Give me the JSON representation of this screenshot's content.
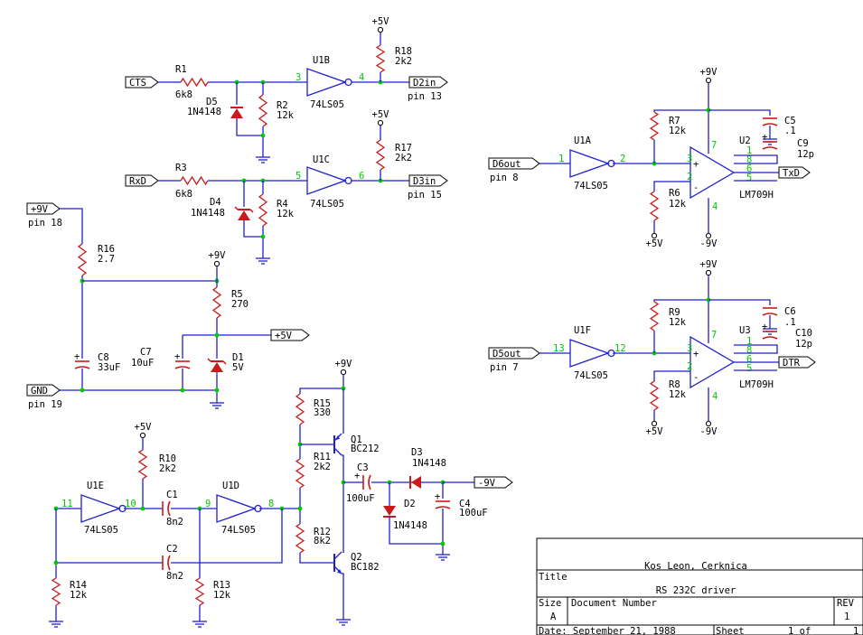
{
  "colors": {
    "wire": "#1f1fd0",
    "part": "#cc1a1a",
    "pin": "#00cc00",
    "text": "#000000",
    "border": "#000000"
  },
  "icons": [
    "resistor-icon",
    "diode-icon",
    "zener-icon",
    "inverter-icon",
    "opamp-icon",
    "capacitor-icon",
    "transistor-icon",
    "ground-icon",
    "power-terminal-icon",
    "port-flag-icon"
  ],
  "ports": [
    {
      "id": "cts",
      "label": "CTS"
    },
    {
      "id": "rxd",
      "label": "RxD"
    },
    {
      "id": "p9v",
      "label": "+9V"
    },
    {
      "id": "gnd",
      "label": "GND"
    },
    {
      "id": "d2in",
      "label": "D2in"
    },
    {
      "id": "d3in",
      "label": "D3in"
    },
    {
      "id": "d6out",
      "label": "D6out"
    },
    {
      "id": "d5out",
      "label": "D5out"
    },
    {
      "id": "txd",
      "label": "TxD"
    },
    {
      "id": "dtr",
      "label": "DTR"
    },
    {
      "id": "p5v",
      "label": "+5V"
    },
    {
      "id": "m9v",
      "label": "-9V"
    }
  ],
  "pin_notes": [
    {
      "id": "pin13",
      "text": "pin 13"
    },
    {
      "id": "pin15",
      "text": "pin 15"
    },
    {
      "id": "pin18",
      "text": "pin 18"
    },
    {
      "id": "pin19",
      "text": "pin 19"
    },
    {
      "id": "pin8",
      "text": "pin 8"
    },
    {
      "id": "pin7",
      "text": "pin 7"
    }
  ],
  "labels": [
    {
      "id": "r1-ref",
      "text": "R1"
    },
    {
      "id": "r1-val",
      "text": "6k8"
    },
    {
      "id": "d5-ref",
      "text": "D5"
    },
    {
      "id": "d5-val",
      "text": "1N4148"
    },
    {
      "id": "r2-ref",
      "text": "R2"
    },
    {
      "id": "r2-val",
      "text": "12k"
    },
    {
      "id": "u1b-ref",
      "text": "U1B"
    },
    {
      "id": "u1b-val",
      "text": "74LS05"
    },
    {
      "id": "r18-ref",
      "text": "R18"
    },
    {
      "id": "r18-val",
      "text": "2k2"
    },
    {
      "id": "r3-ref",
      "text": "R3"
    },
    {
      "id": "r3-val",
      "text": "6k8"
    },
    {
      "id": "d4-ref",
      "text": "D4"
    },
    {
      "id": "d4-val",
      "text": "1N4148"
    },
    {
      "id": "r4-ref",
      "text": "R4"
    },
    {
      "id": "r4-val",
      "text": "12k"
    },
    {
      "id": "u1c-ref",
      "text": "U1C"
    },
    {
      "id": "u1c-val",
      "text": "74LS05"
    },
    {
      "id": "r17-ref",
      "text": "R17"
    },
    {
      "id": "r17-val",
      "text": "2k2"
    },
    {
      "id": "r16-ref",
      "text": "R16"
    },
    {
      "id": "r16-val",
      "text": "2.7"
    },
    {
      "id": "r5-ref",
      "text": "R5"
    },
    {
      "id": "r5-val",
      "text": "270"
    },
    {
      "id": "c8-ref",
      "text": "C8"
    },
    {
      "id": "c8-val",
      "text": "33uF"
    },
    {
      "id": "c7-ref",
      "text": "C7"
    },
    {
      "id": "c7-val",
      "text": "10uF"
    },
    {
      "id": "d1-ref",
      "text": "D1"
    },
    {
      "id": "d1-val",
      "text": "5V"
    },
    {
      "id": "r15-ref",
      "text": "R15"
    },
    {
      "id": "r15-val",
      "text": "330"
    },
    {
      "id": "q1-ref",
      "text": "Q1"
    },
    {
      "id": "q1-val",
      "text": "BC212"
    },
    {
      "id": "r11-ref",
      "text": "R11"
    },
    {
      "id": "r11-val",
      "text": "2k2"
    },
    {
      "id": "c3-ref",
      "text": "C3"
    },
    {
      "id": "c3-val",
      "text": "100uF"
    },
    {
      "id": "d3-ref",
      "text": "D3"
    },
    {
      "id": "d3-val",
      "text": "1N4148"
    },
    {
      "id": "d2-ref",
      "text": "D2"
    },
    {
      "id": "d2-val",
      "text": "1N4148"
    },
    {
      "id": "c4-ref",
      "text": "C4"
    },
    {
      "id": "c4-val",
      "text": "100uF"
    },
    {
      "id": "r12-ref",
      "text": "R12"
    },
    {
      "id": "r12-val",
      "text": "8k2"
    },
    {
      "id": "q2-ref",
      "text": "Q2"
    },
    {
      "id": "q2-val",
      "text": "BC182"
    },
    {
      "id": "r10-ref",
      "text": "R10"
    },
    {
      "id": "r10-val",
      "text": "2k2"
    },
    {
      "id": "u1e-ref",
      "text": "U1E"
    },
    {
      "id": "u1e-val",
      "text": "74LS05"
    },
    {
      "id": "c1-ref",
      "text": "C1"
    },
    {
      "id": "c1-val",
      "text": "8n2"
    },
    {
      "id": "u1d-ref",
      "text": "U1D"
    },
    {
      "id": "u1d-val",
      "text": "74LS05"
    },
    {
      "id": "c2-ref",
      "text": "C2"
    },
    {
      "id": "c2-val",
      "text": "8n2"
    },
    {
      "id": "r14-ref",
      "text": "R14"
    },
    {
      "id": "r14-val",
      "text": "12k"
    },
    {
      "id": "r13-ref",
      "text": "R13"
    },
    {
      "id": "r13-val",
      "text": "12k"
    },
    {
      "id": "u1a-ref",
      "text": "U1A"
    },
    {
      "id": "u1a-val",
      "text": "74LS05"
    },
    {
      "id": "r7-ref",
      "text": "R7"
    },
    {
      "id": "r7-val",
      "text": "12k"
    },
    {
      "id": "r6-ref",
      "text": "R6"
    },
    {
      "id": "r6-val",
      "text": "12k"
    },
    {
      "id": "c5-ref",
      "text": "C5"
    },
    {
      "id": "c5-val",
      "text": ".1"
    },
    {
      "id": "u2-ref",
      "text": "U2"
    },
    {
      "id": "u2-val",
      "text": "LM709H"
    },
    {
      "id": "c9-ref",
      "text": "C9"
    },
    {
      "id": "c9-val",
      "text": "12p"
    },
    {
      "id": "u1f-ref",
      "text": "U1F"
    },
    {
      "id": "u1f-val",
      "text": "74LS05"
    },
    {
      "id": "r9-ref",
      "text": "R9"
    },
    {
      "id": "r9-val",
      "text": "12k"
    },
    {
      "id": "r8-ref",
      "text": "R8"
    },
    {
      "id": "r8-val",
      "text": "12k"
    },
    {
      "id": "c6-ref",
      "text": "C6"
    },
    {
      "id": "c6-val",
      "text": ".1"
    },
    {
      "id": "u3-ref",
      "text": "U3"
    },
    {
      "id": "u3-val",
      "text": "LM709H"
    },
    {
      "id": "c10-ref",
      "text": "C10"
    },
    {
      "id": "c10-val",
      "text": "12p"
    }
  ],
  "rails": [
    {
      "id": "rail-u1b",
      "text": "+5V"
    },
    {
      "id": "rail-u1c",
      "text": "+5V"
    },
    {
      "id": "rail-r5",
      "text": "+9V"
    },
    {
      "id": "rail-q1",
      "text": "+9V"
    },
    {
      "id": "rail-r10",
      "text": "+5V"
    },
    {
      "id": "rail-u2-top",
      "text": "+9V"
    },
    {
      "id": "rail-u2-r6",
      "text": "+5V"
    },
    {
      "id": "rail-u2-bot",
      "text": "-9V"
    },
    {
      "id": "rail-u3-top",
      "text": "+9V"
    },
    {
      "id": "rail-u3-r8",
      "text": "+5V"
    },
    {
      "id": "rail-u3-bot",
      "text": "-9V"
    }
  ],
  "pin_numbers": [
    "3",
    "4",
    "5",
    "6",
    "1",
    "2",
    "3",
    "2",
    "7",
    "4",
    "1",
    "8",
    "6",
    "5",
    "13",
    "12",
    "3",
    "2",
    "7",
    "4",
    "1",
    "8",
    "6",
    "5",
    "11",
    "10",
    "9",
    "8"
  ],
  "title_block": {
    "author": "Kos Leon, Cerknica",
    "title_label": "Title",
    "title": "RS 232C driver",
    "size_label": "Size",
    "size": "A",
    "docnum_label": "Document Number",
    "rev_label": "REV",
    "rev": "1",
    "date": "Date: September 21, 1988",
    "sheet_label": "Sheet",
    "sheet": "1 of",
    "sheet_total": "1"
  }
}
